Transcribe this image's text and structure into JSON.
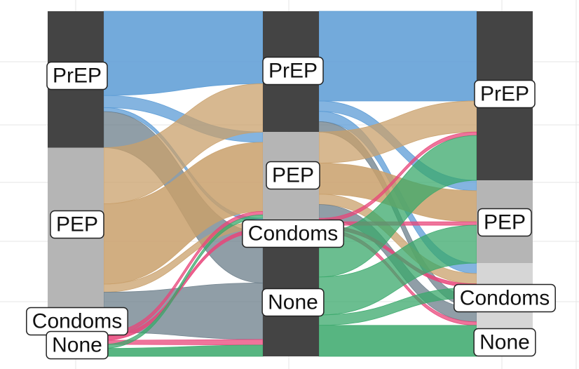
{
  "chart_data": {
    "type": "sankey",
    "title": "",
    "stages": [
      "",
      "",
      ""
    ],
    "categories": [
      "PrEP",
      "PEP",
      "Condoms",
      "None"
    ],
    "colors": {
      "PrEP": "#5b9bd5",
      "PEP": "#c9a06b",
      "Condoms": "#e8457a",
      "None": "#3aa86b",
      "mixed": "#6b7d8a",
      "node_dark": "#444444",
      "node_light": "#b5b5b5",
      "node_lighter": "#d6d6d6",
      "grid": "#e6e6e6"
    },
    "node_sizes": [
      {
        "PrEP": 34,
        "PEP": 46,
        "Condoms": 3,
        "None": 3
      },
      {
        "PrEP": 35,
        "PEP": 25,
        "Condoms": 4,
        "None": 36
      },
      {
        "PrEP": 49,
        "PEP": 24,
        "Condoms": 10,
        "None": 17
      }
    ],
    "flows": [
      {
        "stage": 0,
        "from": "PrEP",
        "to": "PrEP",
        "value": 21
      },
      {
        "stage": 0,
        "from": "PrEP",
        "to": "PEP",
        "value": 3
      },
      {
        "stage": 0,
        "from": "PrEP",
        "to": "Condoms",
        "value": 1
      },
      {
        "stage": 0,
        "from": "PrEP",
        "to": "None",
        "value": 9
      },
      {
        "stage": 0,
        "from": "PEP",
        "to": "PrEP",
        "value": 14
      },
      {
        "stage": 0,
        "from": "PEP",
        "to": "PEP",
        "value": 20
      },
      {
        "stage": 0,
        "from": "PEP",
        "to": "Condoms",
        "value": 2
      },
      {
        "stage": 0,
        "from": "PEP",
        "to": "None",
        "value": 10
      },
      {
        "stage": 0,
        "from": "Condoms",
        "to": "PEP",
        "value": 1
      },
      {
        "stage": 0,
        "from": "Condoms",
        "to": "Condoms",
        "value": 1
      },
      {
        "stage": 0,
        "from": "Condoms",
        "to": "None",
        "value": 1
      },
      {
        "stage": 0,
        "from": "None",
        "to": "PEP",
        "value": 1
      },
      {
        "stage": 0,
        "from": "None",
        "to": "None",
        "value": 2
      },
      {
        "stage": 1,
        "from": "PrEP",
        "to": "PrEP",
        "value": 26
      },
      {
        "stage": 1,
        "from": "PrEP",
        "to": "PEP",
        "value": 3
      },
      {
        "stage": 1,
        "from": "PrEP",
        "to": "Condoms",
        "value": 3
      },
      {
        "stage": 1,
        "from": "PrEP",
        "to": "None",
        "value": 3
      },
      {
        "stage": 1,
        "from": "PEP",
        "to": "PrEP",
        "value": 9
      },
      {
        "stage": 1,
        "from": "PEP",
        "to": "PEP",
        "value": 9
      },
      {
        "stage": 1,
        "from": "PEP",
        "to": "Condoms",
        "value": 3
      },
      {
        "stage": 1,
        "from": "PEP",
        "to": "None",
        "value": 4
      },
      {
        "stage": 1,
        "from": "Condoms",
        "to": "PrEP",
        "value": 1
      },
      {
        "stage": 1,
        "from": "Condoms",
        "to": "PEP",
        "value": 1
      },
      {
        "stage": 1,
        "from": "Condoms",
        "to": "Condoms",
        "value": 1
      },
      {
        "stage": 1,
        "from": "Condoms",
        "to": "None",
        "value": 1
      },
      {
        "stage": 1,
        "from": "None",
        "to": "PrEP",
        "value": 13
      },
      {
        "stage": 1,
        "from": "None",
        "to": "PEP",
        "value": 11
      },
      {
        "stage": 1,
        "from": "None",
        "to": "Condoms",
        "value": 3
      },
      {
        "stage": 1,
        "from": "None",
        "to": "None",
        "value": 9
      }
    ],
    "grid": true,
    "legend": "none"
  }
}
